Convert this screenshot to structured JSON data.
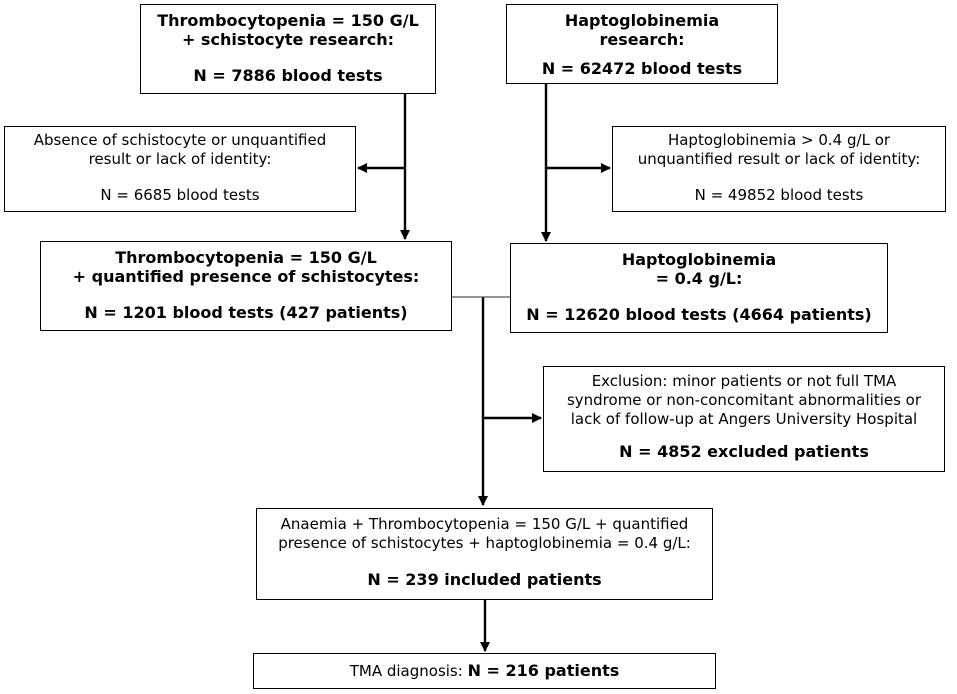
{
  "boxes": {
    "thrombo_research": {
      "line1": "Thrombocytopenia = 150 G/L",
      "line2": "+ schistocyte research:",
      "count": "N = 7886 blood tests"
    },
    "hapto_research": {
      "line1": "Haptoglobinemia",
      "line2": "research:",
      "count": "N = 62472 blood tests"
    },
    "schisto_excluded": {
      "line1": "Absence of schistocyte or unquantified",
      "line2": "result or lack of identity:",
      "count": "N = 6685 blood tests"
    },
    "hapto_excluded": {
      "line1": "Haptoglobinemia > 0.4 g/L or",
      "line2": "unquantified result or lack of identity:",
      "count": "N = 49852 blood tests"
    },
    "thrombo_quantified": {
      "line1": "Thrombocytopenia = 150 G/L",
      "line2": "+ quantified presence of schistocytes:",
      "count": "N = 1201 blood tests (427 patients)"
    },
    "hapto_low": {
      "line1": "Haptoglobinemia",
      "line2": "= 0.4 g/L:",
      "count": "N = 12620 blood tests (4664 patients)"
    },
    "exclusion": {
      "line1": "Exclusion: minor patients or not full TMA",
      "line2": "syndrome or non-concomitant abnormalities or",
      "line3": "lack of follow-up at Angers University Hospital",
      "count": "N = 4852 excluded patients"
    },
    "included": {
      "line1": "Anaemia + Thrombocytopenia = 150 G/L + quantified",
      "line2": "presence of schistocytes + haptoglobinemia = 0.4 g/L:",
      "count": "N = 239 included patients"
    },
    "diagnosis": {
      "label": "TMA diagnosis: ",
      "count": "N = 216 patients"
    }
  }
}
